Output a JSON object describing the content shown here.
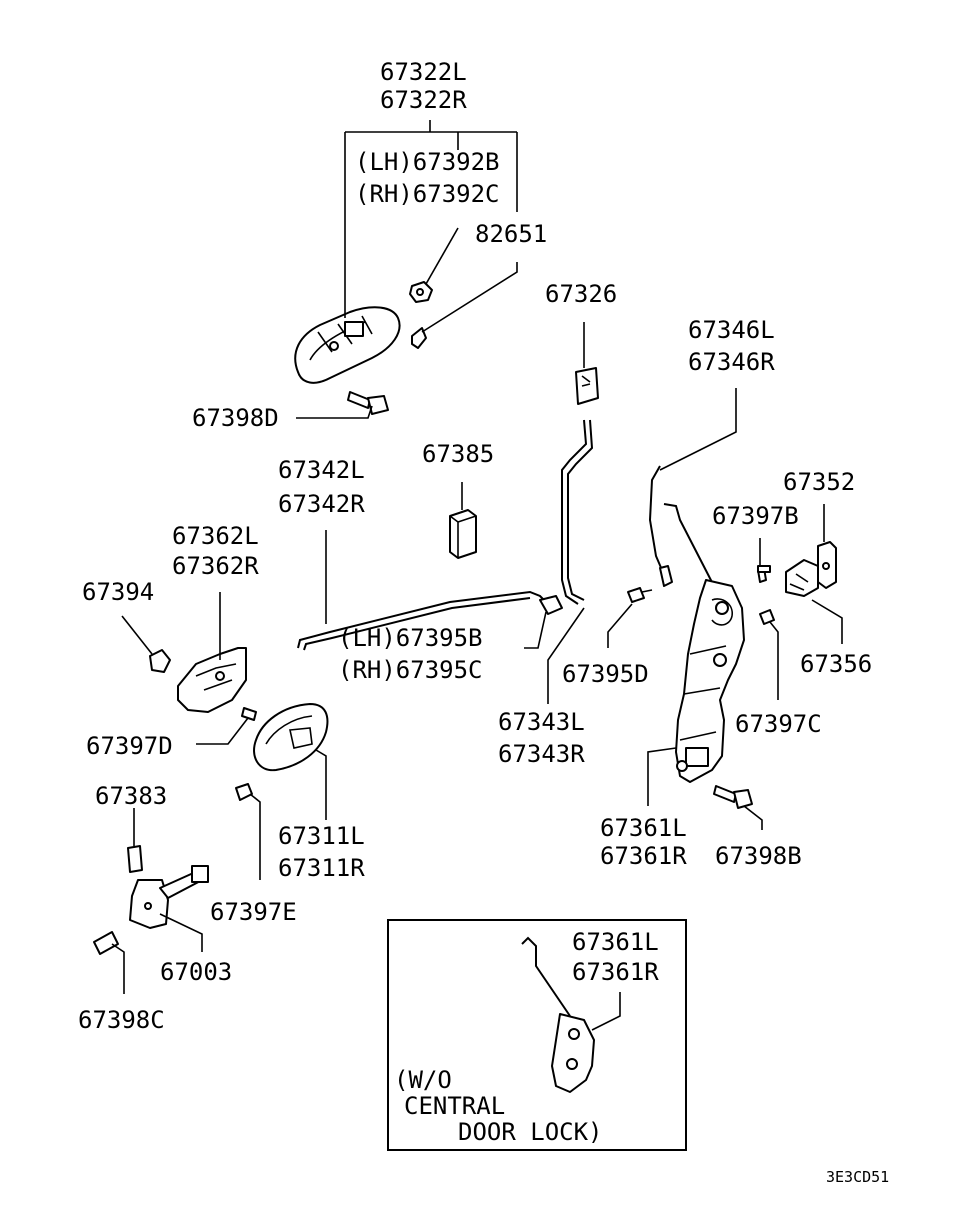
{
  "labels": {
    "p67322": [
      "67322L",
      "67322R"
    ],
    "p67392": [
      "(LH)67392B",
      "(RH)67392C"
    ],
    "p82651": "82651",
    "p67326": "67326",
    "p67346": [
      "67346L",
      "67346R"
    ],
    "p67398D": "67398D",
    "p67385": "67385",
    "p67342": [
      "67342L",
      "67342R"
    ],
    "p67352": "67352",
    "p67397B": "67397B",
    "p67362": [
      "67362L",
      "67362R"
    ],
    "p67394": "67394",
    "p67395BC": [
      "(LH)67395B",
      "(RH)67395C"
    ],
    "p67395D": "67395D",
    "p67356": "67356",
    "p67343": [
      "67343L",
      "67343R"
    ],
    "p67397C": "67397C",
    "p67397D": "67397D",
    "p67383": "67383",
    "p67311": [
      "67311L",
      "67311R"
    ],
    "p67361": [
      "67361L",
      "67361R"
    ],
    "p67398B": "67398B",
    "p67397E": "67397E",
    "p67003": "67003",
    "p67398C": "67398C",
    "inset_parts": [
      "67361L",
      "67361R"
    ],
    "inset_note": [
      "(W/O",
      "CENTRAL",
      "DOOR LOCK)"
    ]
  },
  "diagram_code": "3E3CD51"
}
